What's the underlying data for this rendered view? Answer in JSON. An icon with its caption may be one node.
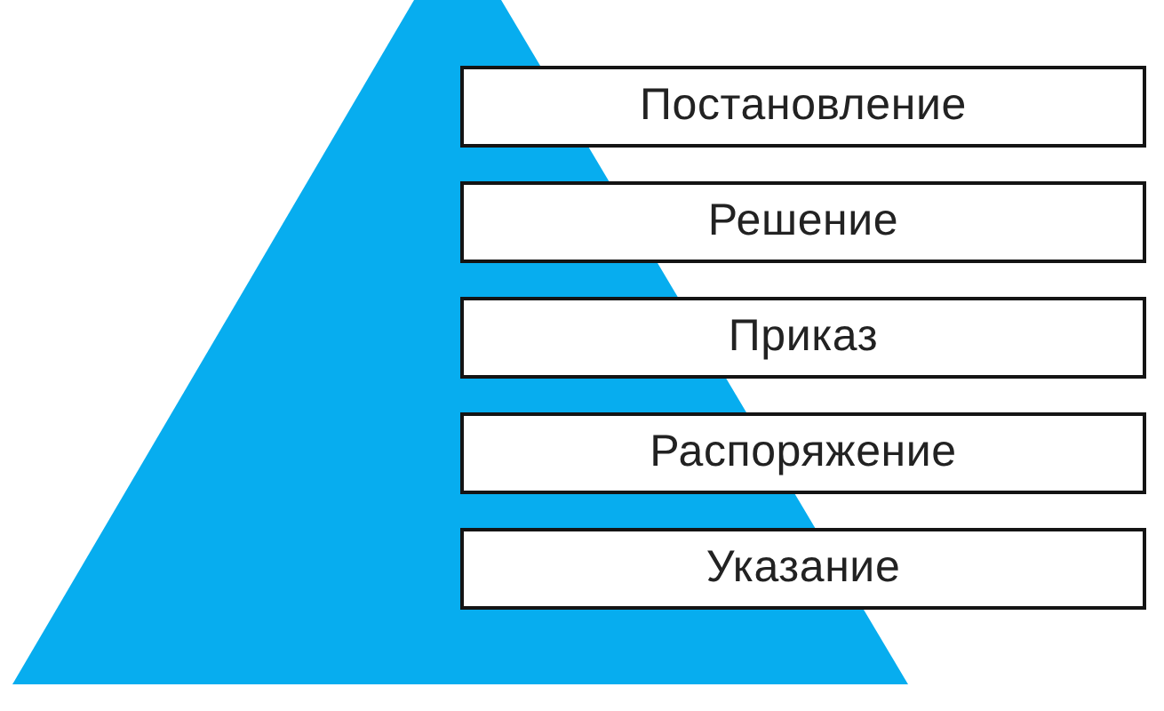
{
  "diagram": {
    "nodes": [
      {
        "text": [
          "Постановление"
        ]
      },
      {
        "text": [
          "Решение"
        ]
      },
      {
        "text": [
          "Приказ"
        ]
      },
      {
        "text": [
          "Распоряжение"
        ]
      },
      {
        "text": [
          "Указание"
        ]
      }
    ]
  }
}
